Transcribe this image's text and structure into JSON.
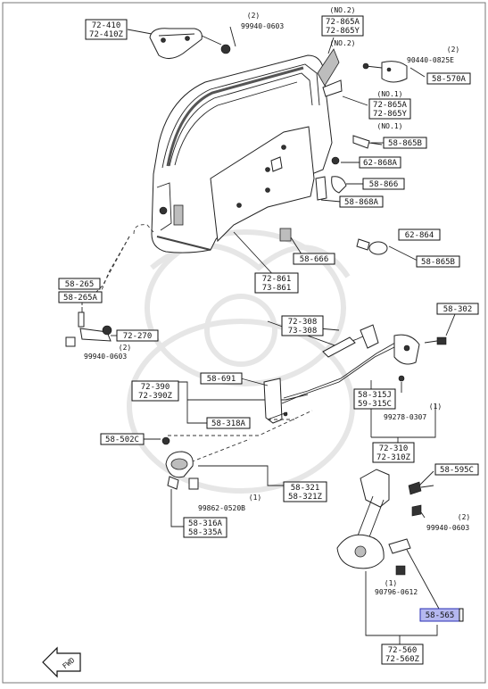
{
  "labels": {
    "l1": [
      "72-410",
      "72-410Z"
    ],
    "l2": [
      "72-865A",
      "72-865Y"
    ],
    "l3": [
      "58-570A"
    ],
    "l4": [
      "72-865A",
      "72-865Y"
    ],
    "l5": [
      "58-865B"
    ],
    "l6": [
      "62-868A"
    ],
    "l7": [
      "58-866"
    ],
    "l8": [
      "58-868A"
    ],
    "l9": [
      "62-864"
    ],
    "l10": [
      "58-865B"
    ],
    "l11": [
      "58-666"
    ],
    "l12": [
      "72-861",
      "73-861"
    ],
    "l13": [
      "58-265"
    ],
    "l14": [
      "58-265A"
    ],
    "l15": [
      "72-270"
    ],
    "l16": [
      "72-308",
      "73-308"
    ],
    "l17": [
      "58-302"
    ],
    "l18": [
      "58-691"
    ],
    "l19": [
      "72-390",
      "72-390Z"
    ],
    "l20": [
      "58-318A"
    ],
    "l21": [
      "58-315J",
      "59-315C"
    ],
    "l22": [
      "58-502C"
    ],
    "l23": [
      "72-310",
      "72-310Z"
    ],
    "l24": [
      "58-595C"
    ],
    "l25": [
      "58-321",
      "58-321Z"
    ],
    "l26": [
      "58-316A",
      "58-335A"
    ],
    "l27": [
      "58-565"
    ],
    "l28": [
      "72-560",
      "72-560Z"
    ]
  },
  "texts": {
    "t1": "(2)",
    "t2": "99940-0603",
    "t3": "(NO.2)",
    "t4": "(NO.2)",
    "t5": "(2)",
    "t6": "90440-0825E",
    "t7": "(NO.1)",
    "t8": "(NO.1)",
    "t9": "(2)",
    "t10": "99940-0603",
    "t11": "(1)",
    "t12": "99278-0307",
    "t13": "(1)",
    "t14": "99862-0520B",
    "t15": "(2)",
    "t16": "99940-0603",
    "t17": "(1)",
    "t18": "90796-0612",
    "t19": "FWD"
  }
}
